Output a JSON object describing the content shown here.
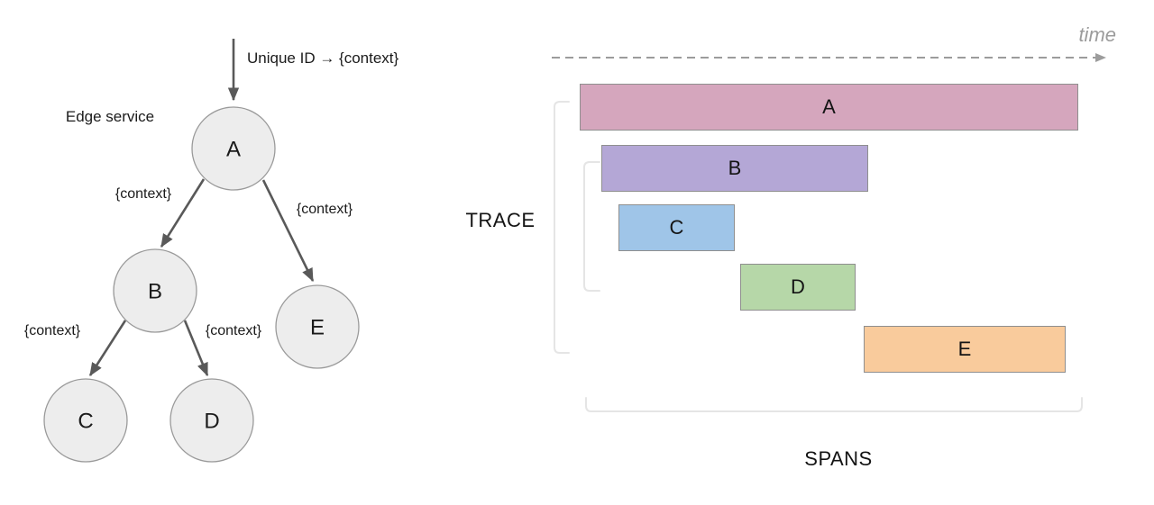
{
  "tree": {
    "incoming_label": "Unique ID → {context}",
    "edge_service_label": "Edge service",
    "nodes": {
      "a": "A",
      "b": "B",
      "c": "C",
      "d": "D",
      "e": "E"
    },
    "edge_labels": {
      "a_b": "{context}",
      "a_e": "{context}",
      "b_c": "{context}",
      "b_d": "{context}"
    },
    "node_fill": "#ededed",
    "node_border": "#9a9a9a",
    "arrow_color": "#595959"
  },
  "timeline": {
    "time_label": "time",
    "trace_label": "TRACE",
    "spans_label": "SPANS",
    "axis_color": "#9c9c9c",
    "bracket_color": "#e5e5e5",
    "bar_border": "#8f8f8f",
    "bars": [
      {
        "label": "A",
        "fill": "#d5a6bd"
      },
      {
        "label": "B",
        "fill": "#b4a7d6"
      },
      {
        "label": "C",
        "fill": "#9fc5e8"
      },
      {
        "label": "D",
        "fill": "#b6d7a8"
      },
      {
        "label": "E",
        "fill": "#f9cb9c"
      }
    ]
  }
}
